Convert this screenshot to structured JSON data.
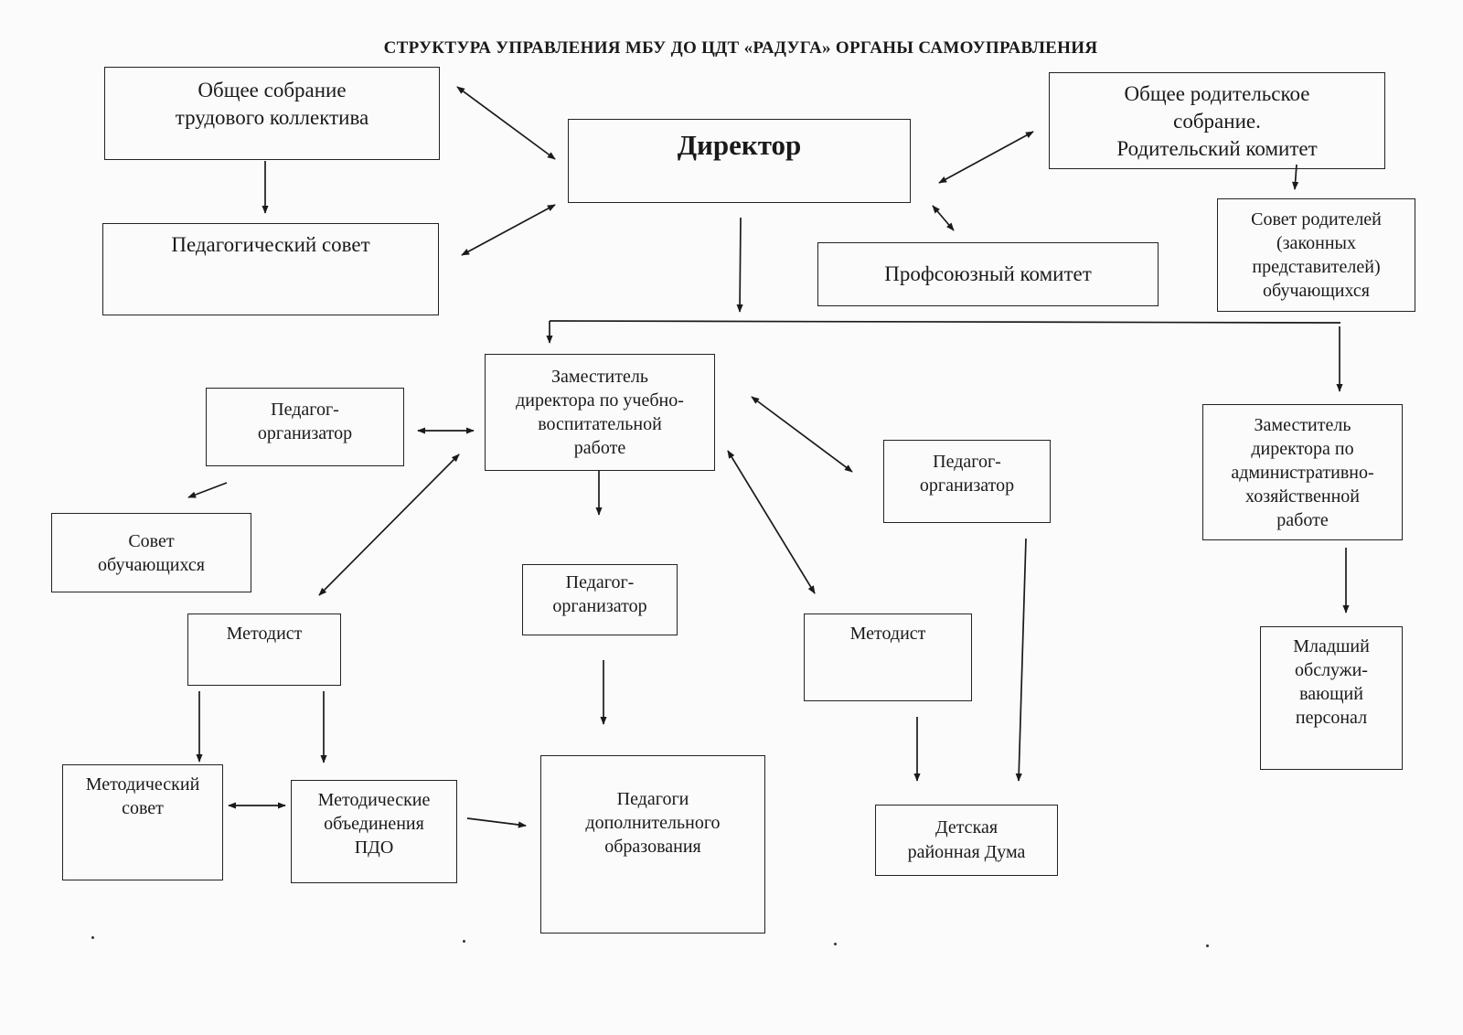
{
  "title": "СТРУКТУРА УПРАВЛЕНИЯ МБУ ДО ЦДТ «РАДУГА»  ОРГАНЫ САМОУПРАВЛЕНИЯ",
  "boxes": {
    "general_meeting": [
      "Общее собрание",
      "трудового коллектива"
    ],
    "director": [
      "Директор"
    ],
    "parent_meeting": [
      "Общее родительское",
      "собрание.",
      "Родительский комитет"
    ],
    "ped_council": [
      "Педагогический совет"
    ],
    "trade_union": [
      "Профсоюзный комитет"
    ],
    "parents_council": [
      "Совет родителей",
      "(законных",
      "представителей)",
      "обучающихся"
    ],
    "deputy_edu": [
      "Заместитель",
      "директора по учебно-",
      "воспитательной",
      "работе"
    ],
    "ped_org_left": [
      "Педагог-",
      "организатор"
    ],
    "student_council": [
      "Совет",
      "обучающихся"
    ],
    "ped_org_right": [
      "Педагог-",
      "организатор"
    ],
    "deputy_admin": [
      "Заместитель",
      "директора по",
      "административно-",
      "хозяйственной",
      "работе"
    ],
    "ped_org_center": [
      "Педагог-",
      "организатор"
    ],
    "methodist_left": [
      "Методист"
    ],
    "methodist_right": [
      "Методист"
    ],
    "junior_staff": [
      "Младший",
      "обслужи-",
      "вающий",
      "персонал"
    ],
    "method_council": [
      "Методический",
      "совет"
    ],
    "method_assoc": [
      "Методические",
      "объединения",
      "ПДО"
    ],
    "teachers": [
      "Педагоги",
      "дополнительного",
      "образования"
    ],
    "children_duma": [
      "Детская",
      "районная Дума"
    ]
  }
}
